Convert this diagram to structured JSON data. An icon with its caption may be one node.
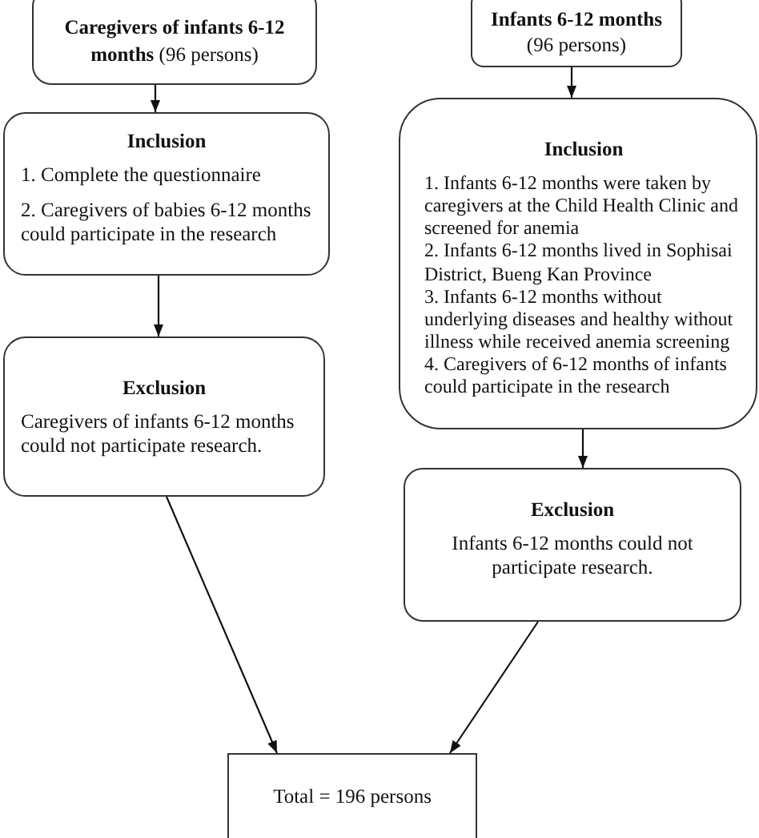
{
  "diagram": {
    "nodes": [
      {
        "text": [
          "**Caregivers of infants 6-12 months** (96 persons)"
        ]
      },
      {
        "text": [
          "Inclusion",
          "1. Complete the questionnaire",
          "2. Caregivers of babies 6-12 months could participate in the research"
        ]
      },
      {
        "text": [
          "Exclusion",
          "Caregivers of infants 6-12 months could not participate research."
        ]
      },
      {
        "text": [
          "**Infants 6-12 months** (96 persons)"
        ]
      },
      {
        "text": [
          "Inclusion",
          "1. Infants 6-12 months were taken by caregivers at the Child Health Clinic and screened for anemia",
          "2. Infants 6-12 months lived in Sophisai District, Bueng Kan Province",
          "3. Infants 6-12 months without underlying diseases and healthy without illness while received anemia screening",
          "4. Caregivers of 6-12 months of infants could participate in the research"
        ]
      },
      {
        "text": [
          "Exclusion",
          "Infants 6-12 months could not participate research."
        ]
      },
      {
        "text": [
          "Total = 196 persons"
        ]
      }
    ],
    "edges": [
      {
        "from": 0,
        "to": 1,
        "arrow": "to"
      },
      {
        "from": 1,
        "to": 2,
        "arrow": "to"
      },
      {
        "from": 2,
        "to": 6,
        "arrow": "to"
      },
      {
        "from": 3,
        "to": 4,
        "arrow": "to"
      },
      {
        "from": 4,
        "to": 5,
        "arrow": "to"
      },
      {
        "from": 5,
        "to": 6,
        "arrow": "to"
      }
    ]
  }
}
